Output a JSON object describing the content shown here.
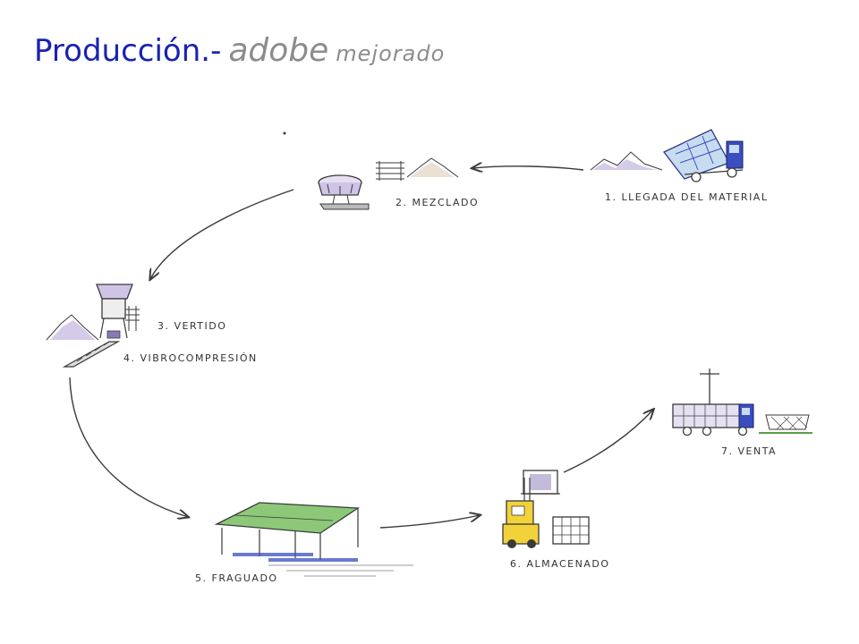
{
  "title": {
    "main": "Producción",
    "separator": ".-",
    "italic": "adobe",
    "small": "mejorado",
    "main_color": "#1a22b0",
    "separator_color": "#1a22b0",
    "italic_color": "#8c8c8c",
    "small_color": "#8c8c8c"
  },
  "steps": [
    {
      "label": "1. LLEGADA DEL MATERIAL",
      "icon": "dump-truck-icon"
    },
    {
      "label": "2. MEZCLADO",
      "icon": "mixer-icon"
    },
    {
      "label": "3. VERTIDO",
      "icon": "hopper-icon"
    },
    {
      "label": "4. VIBROCOMPRESIÓN",
      "icon": "conveyor-icon"
    },
    {
      "label": "5. FRAGUADO",
      "icon": "shed-icon"
    },
    {
      "label": "6. ALMACENADO",
      "icon": "forklift-icon"
    },
    {
      "label": "7. VENTA",
      "icon": "delivery-truck-icon"
    }
  ],
  "colors": {
    "ink": "#3a3a3a",
    "purple": "#8a78b8",
    "blue": "#3a4ec0",
    "green": "#5aa04a",
    "yellow": "#f2d23a"
  }
}
